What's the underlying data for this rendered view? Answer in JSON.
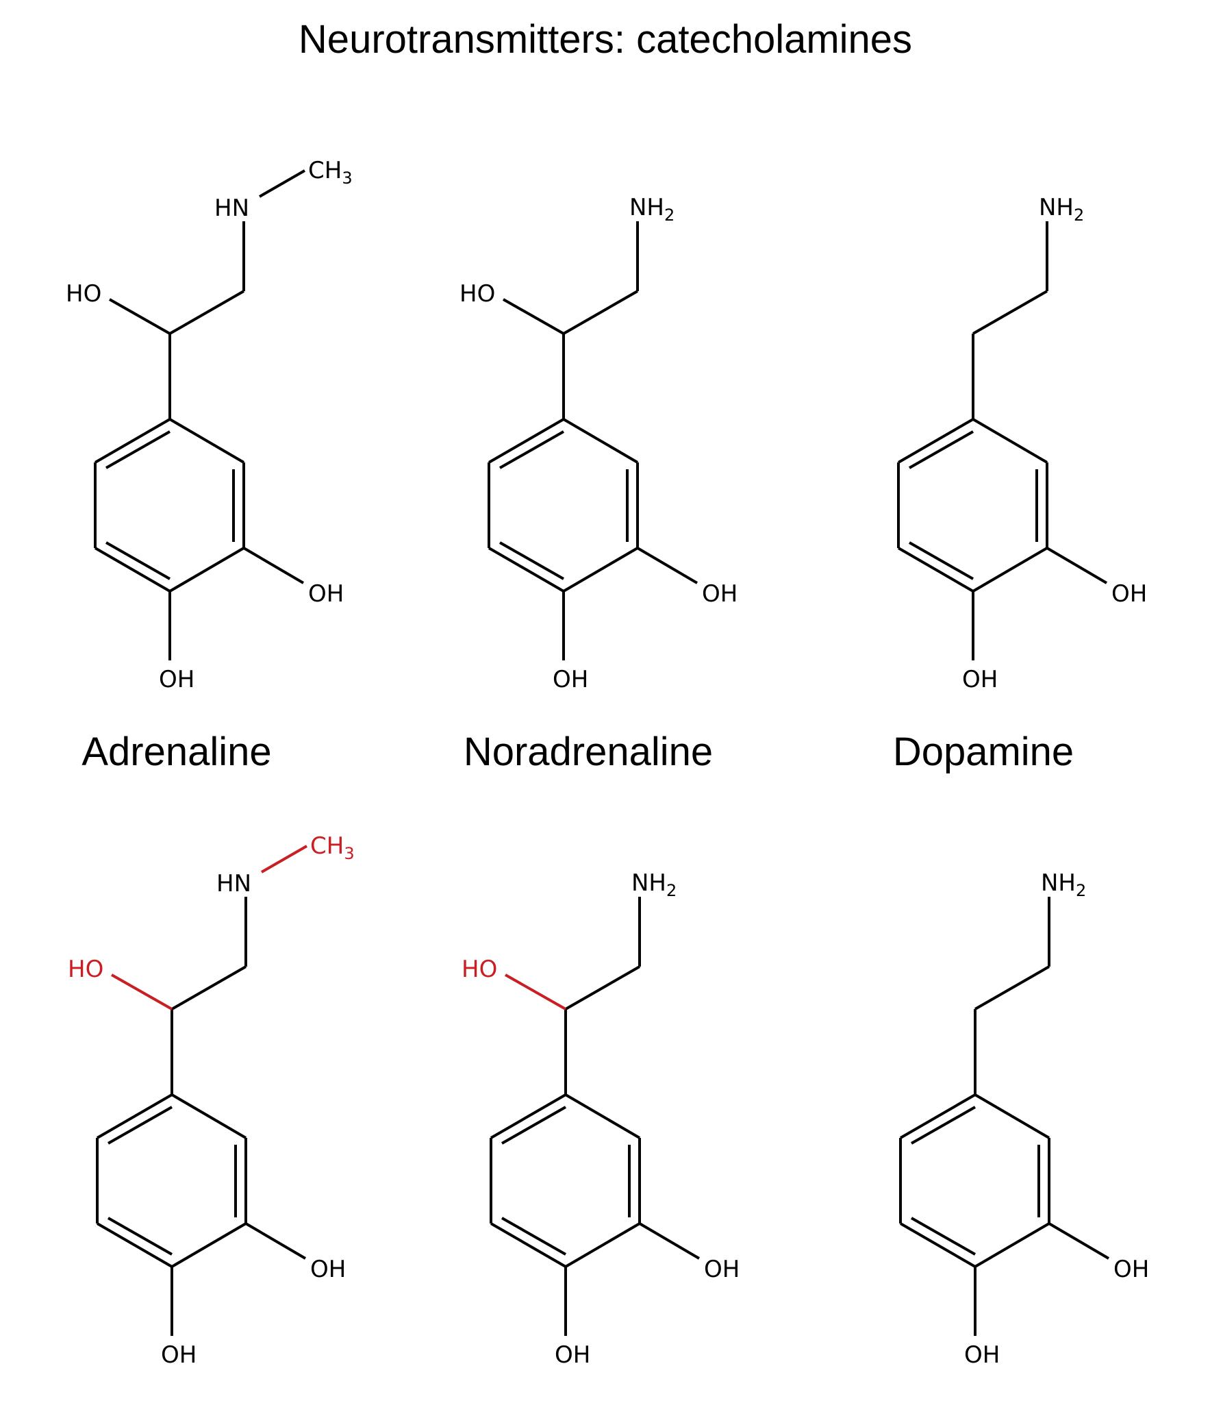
{
  "title": "Neurotransmitters: catecholamines",
  "colors": {
    "bond": "#000000",
    "highlight": "#c81e24",
    "background": "#ffffff"
  },
  "molecules": [
    {
      "name": "Adrenaline",
      "row": 1,
      "vertex": [
        248,
        487
      ],
      "has_hydroxyl_sidechain": true,
      "amine_label": "HN",
      "methyl_label": "CH",
      "methyl_sub": "3",
      "hydroxyl_label": "HO",
      "ring_oh_labels": [
        "OH",
        "OH"
      ],
      "highlighted": []
    },
    {
      "name": "Noradrenaline",
      "row": 1,
      "vertex": [
        823,
        487
      ],
      "has_hydroxyl_sidechain": true,
      "amine_label": "NH",
      "amine_sub": "2",
      "hydroxyl_label": "HO",
      "ring_oh_labels": [
        "OH",
        "OH"
      ],
      "highlighted": []
    },
    {
      "name": "Dopamine",
      "row": 1,
      "vertex": [
        1421,
        487
      ],
      "has_hydroxyl_sidechain": false,
      "amine_label": "NH",
      "amine_sub": "2",
      "ring_oh_labels": [
        "OH",
        "OH"
      ],
      "highlighted": []
    },
    {
      "name": "Adrenaline",
      "row": 2,
      "vertex": [
        251,
        1473
      ],
      "has_hydroxyl_sidechain": true,
      "amine_label": "HN",
      "methyl_label": "CH",
      "methyl_sub": "3",
      "hydroxyl_label": "HO",
      "ring_oh_labels": [
        "OH",
        "OH"
      ],
      "highlighted": [
        "methyl",
        "hydroxyl"
      ]
    },
    {
      "name": "Noradrenaline",
      "row": 2,
      "vertex": [
        826,
        1473
      ],
      "has_hydroxyl_sidechain": true,
      "amine_label": "NH",
      "amine_sub": "2",
      "hydroxyl_label": "HO",
      "ring_oh_labels": [
        "OH",
        "OH"
      ],
      "highlighted": [
        "hydroxyl"
      ]
    },
    {
      "name": "Dopamine",
      "row": 2,
      "vertex": [
        1424,
        1473
      ],
      "has_hydroxyl_sidechain": false,
      "amine_label": "NH",
      "amine_sub": "2",
      "ring_oh_labels": [
        "OH",
        "OH"
      ],
      "highlighted": []
    }
  ],
  "labels": [
    "Adrenaline",
    "Noradrenaline",
    "Dopamine"
  ]
}
